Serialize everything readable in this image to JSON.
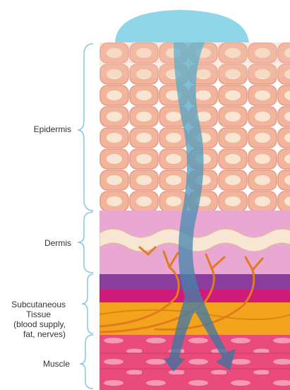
{
  "labels": {
    "epidermis": "Epidermis",
    "dermis": "Dermis",
    "subcutaneous_line1": "Subcutaneous",
    "subcutaneous_line2": "Tissue",
    "subcutaneous_line3": "(blood supply,",
    "subcutaneous_line4": "fat, nerves)",
    "muscle": "Muscle"
  },
  "colors": {
    "drop": "#8fd6e8",
    "epidermis_cell": "#f2b49b",
    "epidermis_cell_border": "#e59a86",
    "epidermis_nucleus": "#f9e6d2",
    "dermis": "#e9a8d1",
    "dermis_wave": "#f7e6d2",
    "subcutaneous_purple": "#8a3d9c",
    "subcutaneous_orange": "#f4a31d",
    "subcutaneous_magenta": "#d01a7a",
    "nerve": "#e27a1f",
    "muscle": "#e94c7c",
    "muscle_cell": "#f29ab6",
    "arrow": "#4a8fb0",
    "bracket": "#8ac6e3"
  }
}
